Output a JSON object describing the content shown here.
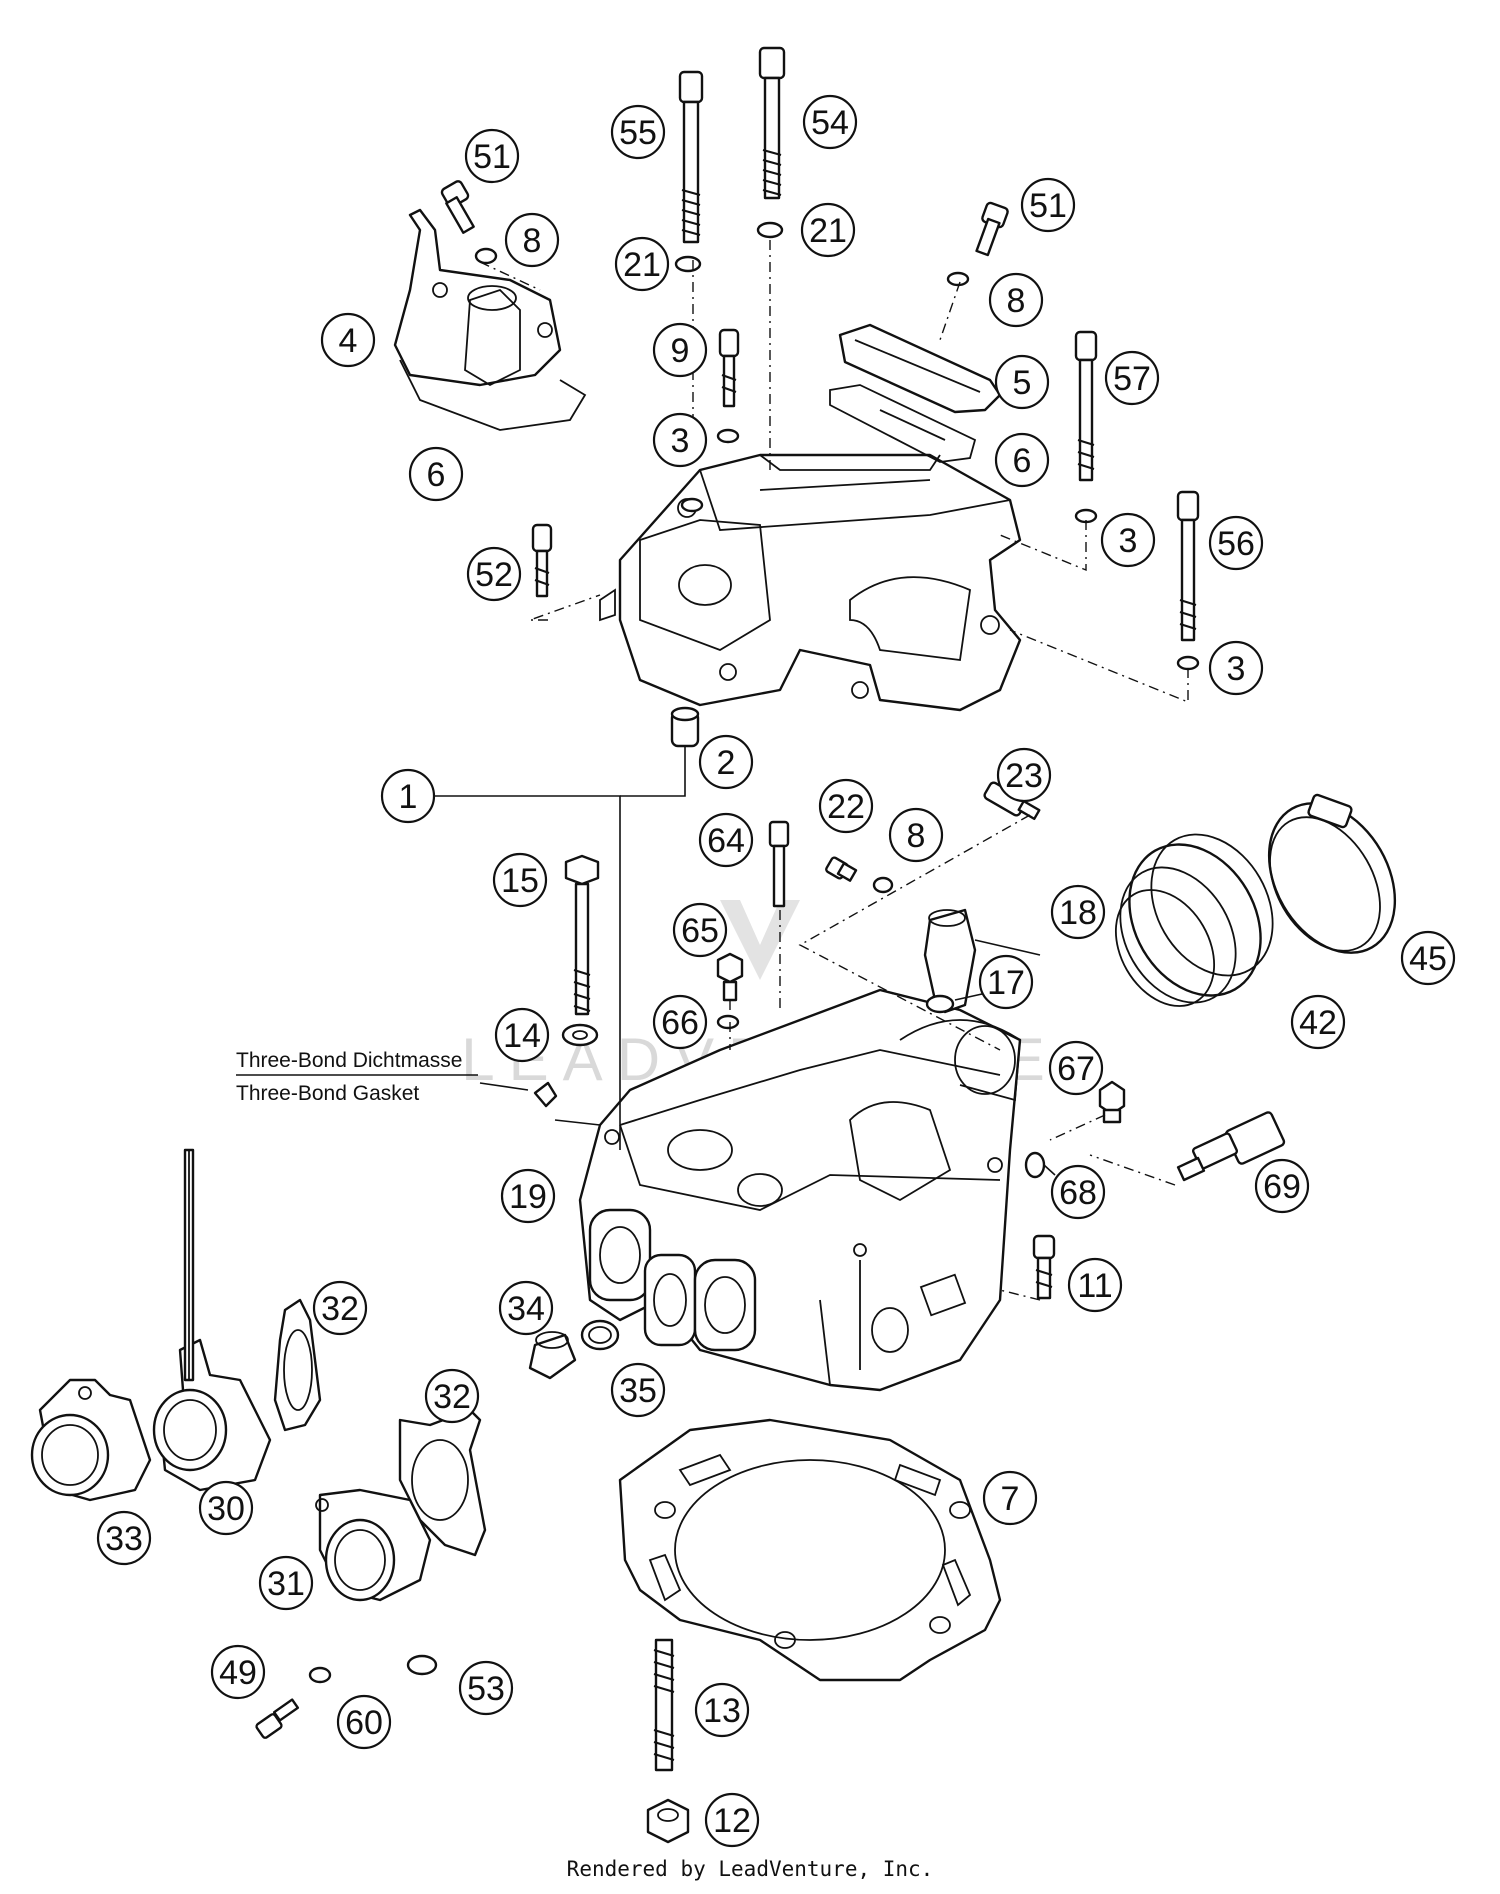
{
  "callouts": [
    {
      "id": "1",
      "label": "1"
    },
    {
      "id": "2",
      "label": "2"
    },
    {
      "id": "3a",
      "label": "3"
    },
    {
      "id": "3b",
      "label": "3"
    },
    {
      "id": "3c",
      "label": "3"
    },
    {
      "id": "4",
      "label": "4"
    },
    {
      "id": "5",
      "label": "5"
    },
    {
      "id": "6a",
      "label": "6"
    },
    {
      "id": "6b",
      "label": "6"
    },
    {
      "id": "7",
      "label": "7"
    },
    {
      "id": "8a",
      "label": "8"
    },
    {
      "id": "8b",
      "label": "8"
    },
    {
      "id": "8c",
      "label": "8"
    },
    {
      "id": "9",
      "label": "9"
    },
    {
      "id": "11",
      "label": "11"
    },
    {
      "id": "12",
      "label": "12"
    },
    {
      "id": "13",
      "label": "13"
    },
    {
      "id": "14",
      "label": "14"
    },
    {
      "id": "15",
      "label": "15"
    },
    {
      "id": "17",
      "label": "17"
    },
    {
      "id": "18",
      "label": "18"
    },
    {
      "id": "19",
      "label": "19"
    },
    {
      "id": "21a",
      "label": "21"
    },
    {
      "id": "21b",
      "label": "21"
    },
    {
      "id": "22",
      "label": "22"
    },
    {
      "id": "23",
      "label": "23"
    },
    {
      "id": "30",
      "label": "30"
    },
    {
      "id": "31",
      "label": "31"
    },
    {
      "id": "32a",
      "label": "32"
    },
    {
      "id": "32b",
      "label": "32"
    },
    {
      "id": "33",
      "label": "33"
    },
    {
      "id": "34",
      "label": "34"
    },
    {
      "id": "35",
      "label": "35"
    },
    {
      "id": "42",
      "label": "42"
    },
    {
      "id": "45",
      "label": "45"
    },
    {
      "id": "49",
      "label": "49"
    },
    {
      "id": "51a",
      "label": "51"
    },
    {
      "id": "51b",
      "label": "51"
    },
    {
      "id": "52",
      "label": "52"
    },
    {
      "id": "53",
      "label": "53"
    },
    {
      "id": "54",
      "label": "54"
    },
    {
      "id": "55",
      "label": "55"
    },
    {
      "id": "56",
      "label": "56"
    },
    {
      "id": "57",
      "label": "57"
    },
    {
      "id": "60",
      "label": "60"
    },
    {
      "id": "64",
      "label": "64"
    },
    {
      "id": "65",
      "label": "65"
    },
    {
      "id": "66",
      "label": "66"
    },
    {
      "id": "67",
      "label": "67"
    },
    {
      "id": "68",
      "label": "68"
    },
    {
      "id": "69",
      "label": "69"
    }
  ],
  "note": {
    "line1": "Three-Bond Dichtmasse",
    "line2": "Three-Bond Gasket"
  },
  "watermark": "LEADVENTURE",
  "footer": "Rendered by LeadVenture, Inc."
}
